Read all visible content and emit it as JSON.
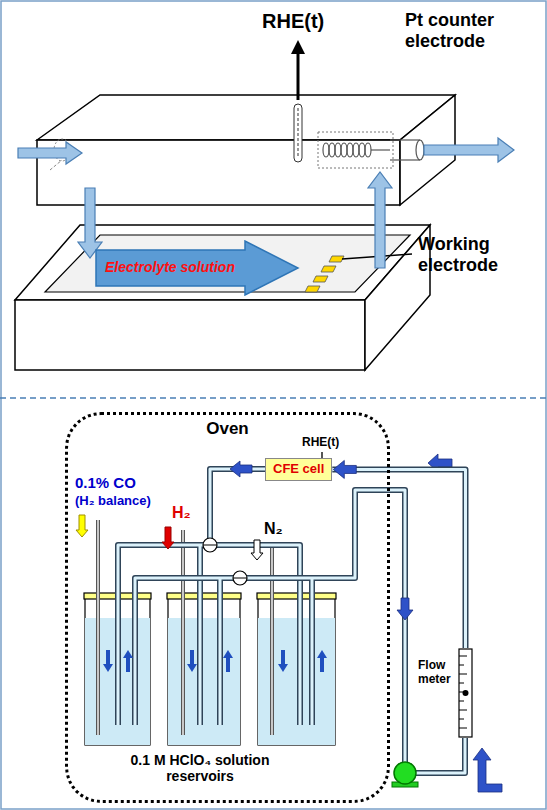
{
  "diagram": {
    "nodes": [
      {
        "text": [
          "Electrolyte solution"
        ]
      },
      {
        "text": [
          "Oven"
        ]
      },
      {
        "text": [
          "CFE cell"
        ],
        "in": 1
      },
      {
        "text": [
          "Flow meter"
        ]
      }
    ],
    "edges": [
      {
        "from": 3,
        "to": 2,
        "arrow": "to"
      }
    ],
    "labels": [
      "RHE(t)",
      "Pt counter electrode",
      "Working electrode",
      "RHE(t)",
      "0.1% CO",
      "(H₂ balance)",
      "H₂",
      "N₂",
      "0.1 M HClO₄ solution reservoirs"
    ]
  }
}
